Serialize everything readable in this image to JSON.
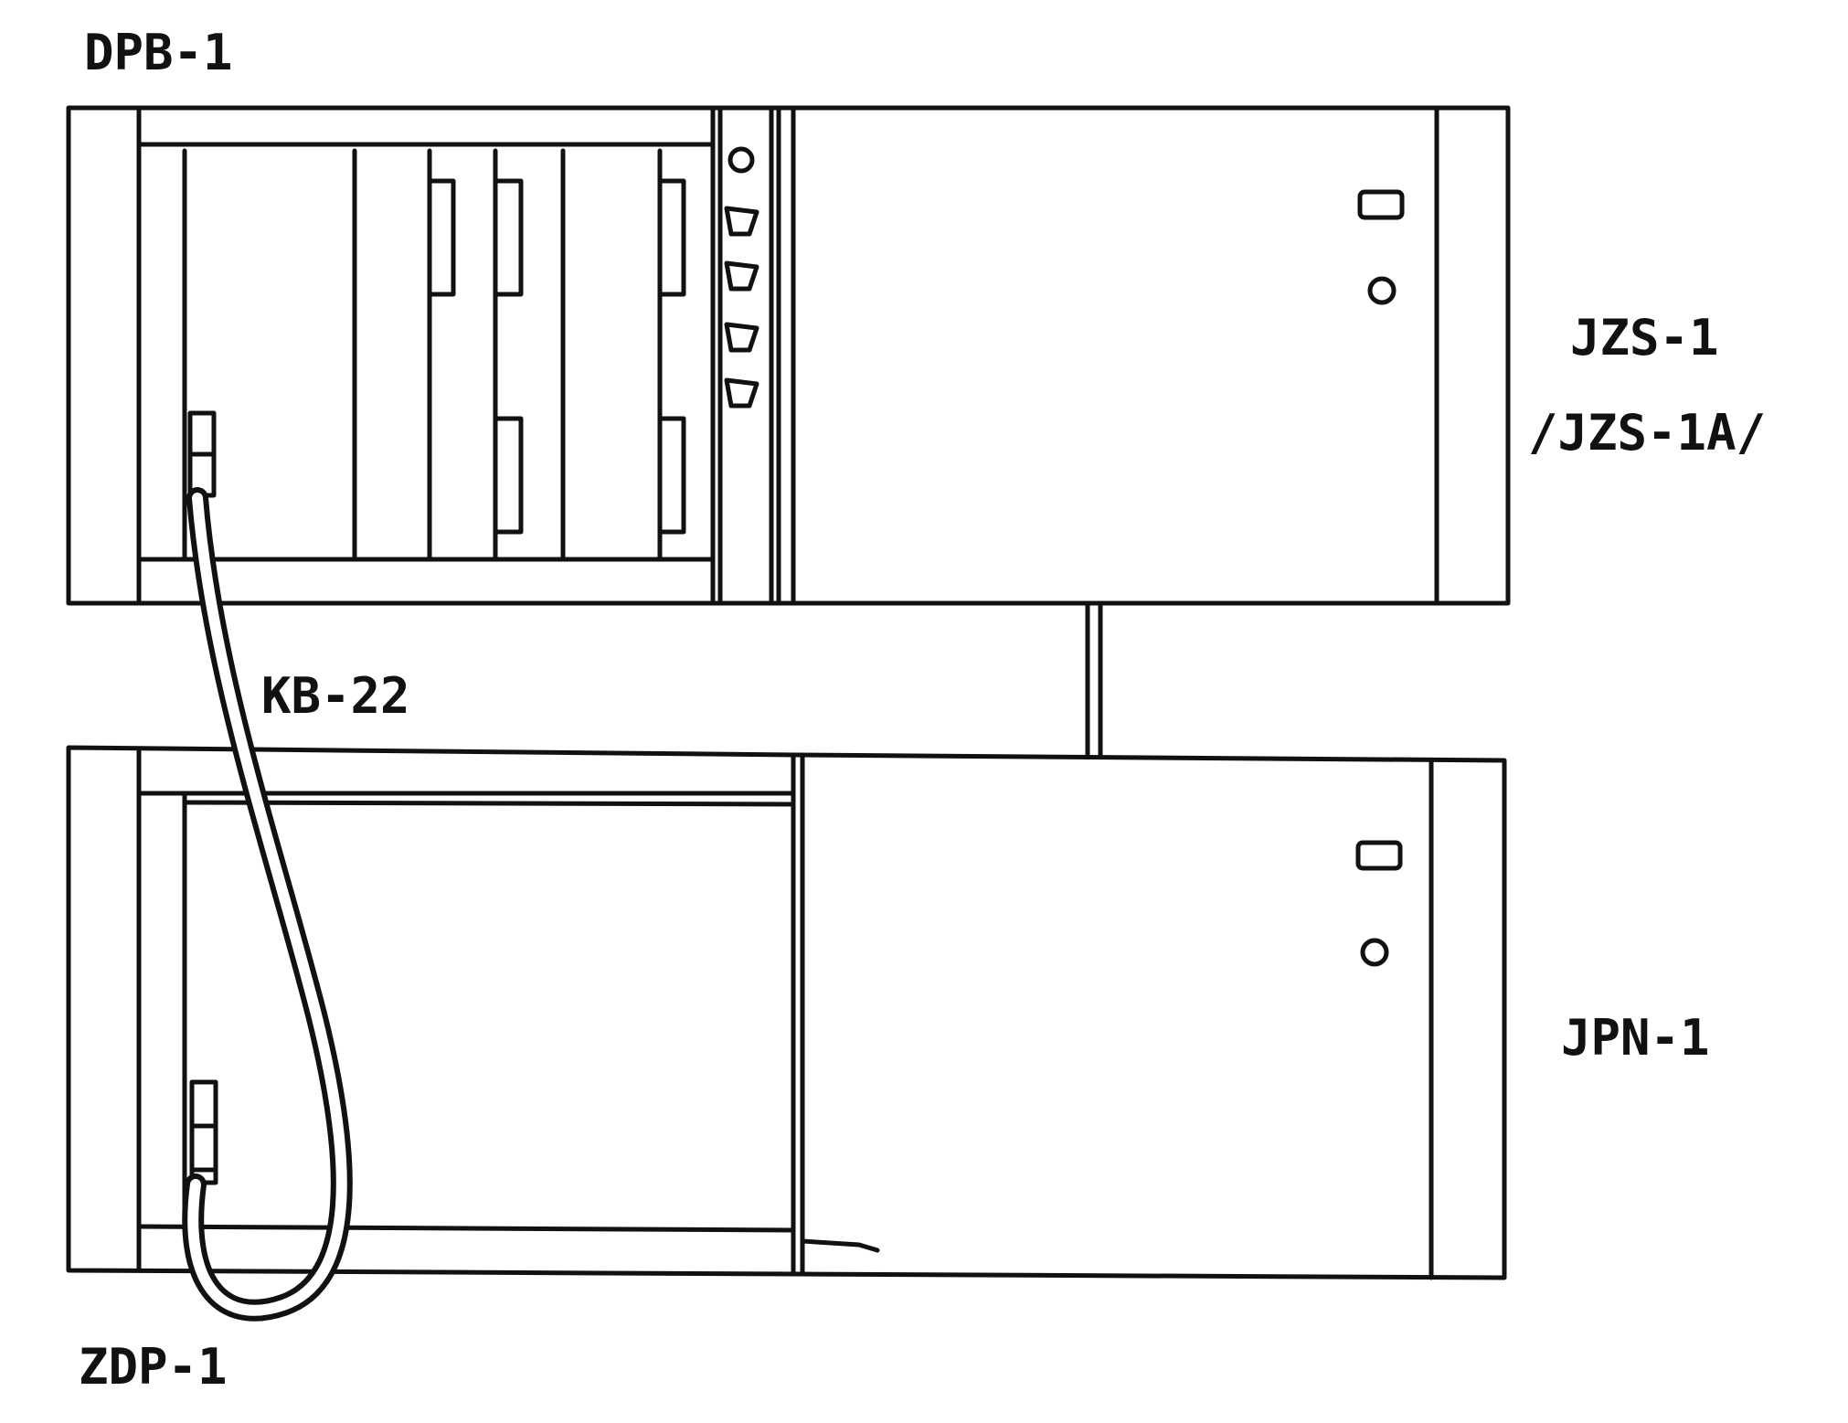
{
  "labels": {
    "top_unit": "DPB-1",
    "right_top_unit": "JZS-1",
    "right_top_variant": "/JZS-1A/",
    "cable": "KB-22",
    "right_bottom_unit": "JPN-1",
    "bottom_connector": "ZDP-1"
  },
  "colors": {
    "line": "#111111",
    "background": "#ffffff"
  }
}
